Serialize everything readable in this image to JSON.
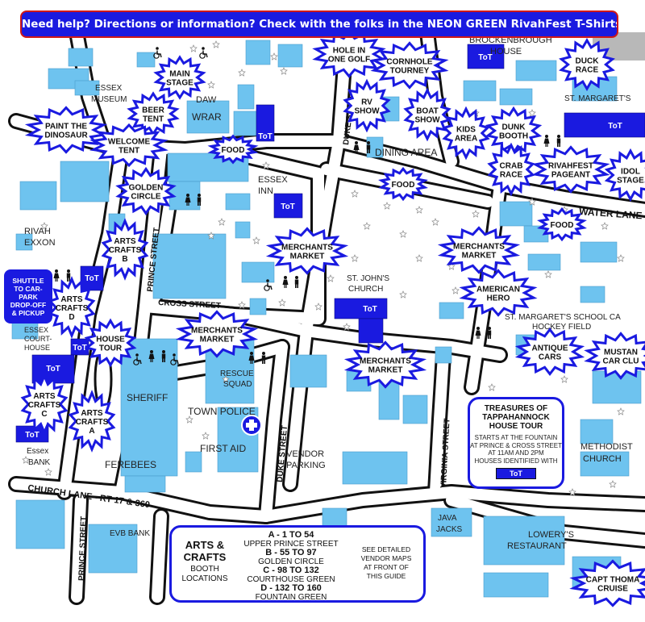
{
  "banner": {
    "text": "Need help? Directions or information? Check with the folks in the NEON GREEN RivahFest T-Shirts - they know!!"
  },
  "shuttle": {
    "lines": [
      "SHUTTLE",
      "TO CAR-",
      "PARK",
      "DROP-OFF",
      "& PICKUP"
    ]
  },
  "streets": {
    "duke_north": "DUKE STREET",
    "duke_south": "DUKE STREET",
    "prince_north": "PRINCE STREET",
    "prince_south": "PRINCE STREET",
    "cross": "CROSS STREET",
    "virginia": "VIRGINIA STREET",
    "water": "WATER LANE",
    "church": "CHURCH LANE - RT 17 & 360"
  },
  "places": {
    "brockenbrough": "BROCKENBROUGH",
    "house": "HOUSE",
    "essex_museum_1": "ESSEX",
    "essex_museum_2": "MUSEUM",
    "daw": "DAW",
    "wrar": "WRAR",
    "st_margarets": "ST. MARGARET'S",
    "dining_area": "DINING AREA",
    "essex_inn_1": "ESSEX",
    "essex_inn_2": "INN",
    "rivah_exxon_1": "RIVAH",
    "rivah_exxon_2": "EXXON",
    "st_johns_1": "ST. JOHN'S",
    "st_johns_2": "CHURCH",
    "school_campus": "ST. MARGARET'S SCHOOL CA",
    "hockey_field": "HOCKEY FIELD",
    "essex_courthouse_1": "ESSEX",
    "essex_courthouse_2": "COURT-",
    "essex_courthouse_3": "HOUSE",
    "rescue_1": "RESCUE",
    "rescue_2": "SQUAD",
    "sheriff": "SHERIFF",
    "town_police": "TOWN POLICE",
    "first_aid": "FIRST AID",
    "vendor_parking_1": "VENDOR",
    "vendor_parking_2": "PARKING",
    "essex_bank_1": "Essex",
    "essex_bank_2": "BANK",
    "ferebees": "FEREBEES",
    "evb_bank": "EVB BANK",
    "java_jacks_1": "JAVA",
    "java_jacks_2": "JACKS",
    "lowerys_1": "LOWERY'S",
    "lowerys_2": "RESTAURANT",
    "methodist_1": "METHODIST",
    "methodist_2": "CHURCH"
  },
  "tot_label": "ToT",
  "bursts": {
    "main_stage": [
      "MAIN",
      "STAGE"
    ],
    "hole_in_one": [
      "HOLE IN",
      "ONE GOLF"
    ],
    "cornhole": [
      "CORNHOLE",
      "TOURNEY"
    ],
    "duck_race": [
      "DUCK",
      "RACE"
    ],
    "beer_tent": [
      "BEER",
      "TENT"
    ],
    "rv_show": [
      "RV",
      "SHOW"
    ],
    "boat_show": [
      "BOAT",
      "SHOW"
    ],
    "paint_dinosaur": [
      "PAINT THE",
      "DINOSAUR"
    ],
    "welcome_tent": [
      "WELCOME",
      "TENT"
    ],
    "food_1": [
      "FOOD"
    ],
    "kids_area": [
      "KIDS",
      "AREA"
    ],
    "dunk_booth": [
      "DUNK",
      "BOOTH"
    ],
    "crab_race": [
      "CRAB",
      "RACE"
    ],
    "rivahfest_pageant": [
      "RIVAHFEST",
      "PAGEANT"
    ],
    "idol_stage": [
      "IDOL",
      "STAGE"
    ],
    "golden_circle": [
      "GOLDEN",
      "CIRCLE"
    ],
    "food_2": [
      "FOOD"
    ],
    "food_3": [
      "FOOD"
    ],
    "arts_crafts_b": [
      "ARTS",
      "CRAFTS",
      "B"
    ],
    "merchants_1": [
      "MERCHANTS",
      "MARKET"
    ],
    "merchants_2": [
      "MERCHANTS",
      "MARKET"
    ],
    "merchants_3": [
      "MERCHANTS",
      "MARKET"
    ],
    "merchants_4": [
      "MERCHANTS",
      "MARKET"
    ],
    "american_hero": [
      "AMERICAN",
      "HERO"
    ],
    "arts_crafts_d": [
      "ARTS",
      "CRAFTS",
      "D"
    ],
    "house_tour": [
      "HOUSE",
      "TOUR"
    ],
    "antique_cars": [
      "ANTIQUE",
      "CARS"
    ],
    "mustang": [
      "MUSTAN",
      "CAR CLU"
    ],
    "arts_crafts_c": [
      "ARTS",
      "CRAFTS",
      "C"
    ],
    "arts_crafts_a": [
      "ARTS",
      "CRAFTS",
      "A"
    ],
    "capt_thomas": [
      "CAPT THOMA",
      "CRUISE"
    ]
  },
  "tour_box": {
    "title_1": "TREASURES OF",
    "title_2": "TAPPAHANNOCK",
    "title_3": "HOUSE TOUR",
    "body_1": "STARTS AT THE FOUNTAIN",
    "body_2": "AT PRINCE & CROSS STREET",
    "body_3": "AT 11AM AND 2PM",
    "body_4": "HOUSES IDENTIFIED WITH",
    "badge": "ToT"
  },
  "booth_box": {
    "title_1": "ARTS &",
    "title_2": "CRAFTS",
    "sub_1": "BOOTH",
    "sub_2": "LOCATIONS",
    "a_head": "A - 1 TO 54",
    "a_loc": "UPPER PRINCE STREET",
    "b_head": "B - 55 TO 97",
    "b_loc": "GOLDEN CIRCLE",
    "c_head": "C - 98 TO 132",
    "c_loc": "COURTHOUSE GREEN",
    "d_head": "D - 132 TO 160",
    "d_loc": "FOUNTAIN GREEN",
    "note_1": "SEE DETAILED",
    "note_2": "VENDOR MAPS",
    "note_3": "AT FRONT OF",
    "note_4": "THIS GUIDE"
  },
  "colors": {
    "building": "#6ec3ef",
    "tot_building": "#1a1ae0",
    "road_outline": "#111111",
    "burst_outline": "#1a1ae0",
    "banner_border": "#d01818"
  }
}
